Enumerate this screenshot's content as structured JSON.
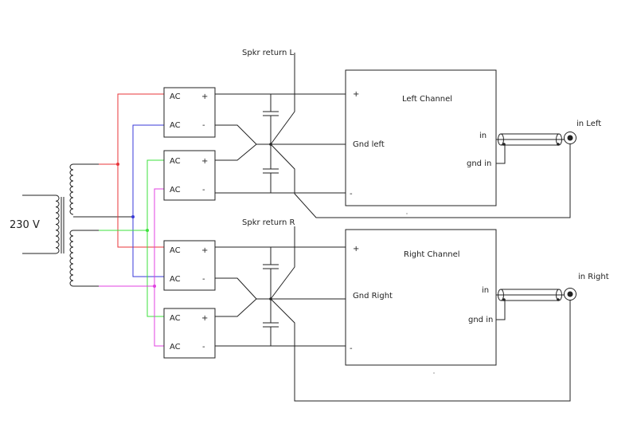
{
  "transformer": {
    "primary_label": "230 V"
  },
  "spkr_return_left_label": "Spkr return L",
  "spkr_return_right_label": "Spkr return R",
  "rectifiers": {
    "ac_label": "AC",
    "plus_label": "+",
    "minus_label": "-"
  },
  "amps": {
    "left": {
      "title": "Left Channel",
      "plus": "+",
      "gnd": "Gnd left",
      "minus": "-",
      "in": "in",
      "gnd_in": "gnd in"
    },
    "right": {
      "title": "Right Channel",
      "plus": "+",
      "gnd": "Gnd Right",
      "minus": "-",
      "in": "in",
      "gnd_in": "gnd in"
    }
  },
  "input_jacks": {
    "left_label": "in Left",
    "right_label": "in Right"
  },
  "wire_colors": {
    "red": "#e8353a",
    "blue": "#3a3ad8",
    "green": "#3ce23c",
    "magenta": "#e040e0",
    "black": "#222222"
  }
}
